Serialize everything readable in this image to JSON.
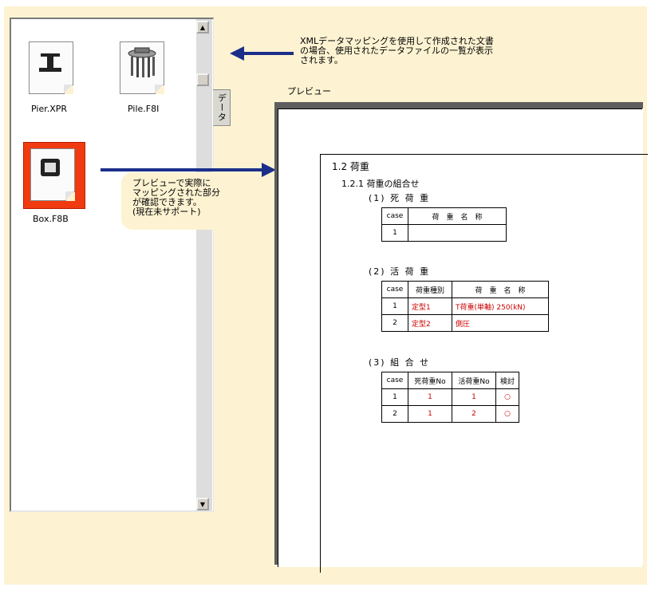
{
  "files": [
    {
      "name": "Pier.XPR",
      "icon": "pier-icon"
    },
    {
      "name": "Pile.F8I",
      "icon": "pile-icon"
    },
    {
      "name": "Box.F8B",
      "icon": "box-icon",
      "selected": true
    }
  ],
  "tab_label": "データ",
  "callout_top": "XMLデータマッピングを使用して作成された文書\nの場合、使用されたデータファイルの一覧が表示\nされます。",
  "callout_mid": "プレビューで実際に\nマッピングされた部分\nが確認できます。\n(現在未サポート)",
  "preview_label": "プレビュー",
  "doc": {
    "h1": "1.2 荷重",
    "h2": "1.2.1 荷重の組合せ",
    "s1": {
      "title": "(1) 死 荷 重",
      "headers": [
        "case",
        "荷　重　名　称"
      ],
      "rows": [
        [
          "1",
          ""
        ]
      ]
    },
    "s2": {
      "title": "(2) 活 荷 重",
      "headers": [
        "case",
        "荷重種別",
        "荷　重　名　称"
      ],
      "rows": [
        [
          "1",
          "定型1",
          "T荷重(単軸) 250(kN)"
        ],
        [
          "2",
          "定型2",
          "側圧"
        ]
      ]
    },
    "s3": {
      "title": "(3) 組 合 せ",
      "headers": [
        "case",
        "死荷重No",
        "活荷重No",
        "検討"
      ],
      "rows": [
        [
          "1",
          "1",
          "1",
          "○"
        ],
        [
          "2",
          "1",
          "2",
          "○"
        ]
      ]
    }
  },
  "colors": {
    "background": "#fdf3d2",
    "arrow": "#1b2f8a",
    "highlight": "#f03a10",
    "mapped_text": "#cc0000"
  }
}
